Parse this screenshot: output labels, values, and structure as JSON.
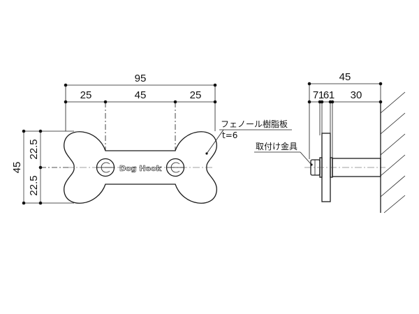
{
  "front_view": {
    "dim_total_width": "95",
    "dim_left_segment": "25",
    "dim_middle_segment": "45",
    "dim_right_segment": "25",
    "dim_total_height": "45",
    "dim_upper_half": "22.5",
    "dim_lower_half": "22.5",
    "engraving": "Dog Hook"
  },
  "side_view": {
    "dim_total_depth": "45",
    "dim_seg_1": "7",
    "dim_seg_2": "1",
    "dim_seg_3": "6",
    "dim_seg_4": "1",
    "dim_seg_5": "30"
  },
  "annotations": {
    "material": "フェノール樹脂板",
    "thickness": "t=6",
    "fitting": "取付け金具"
  }
}
